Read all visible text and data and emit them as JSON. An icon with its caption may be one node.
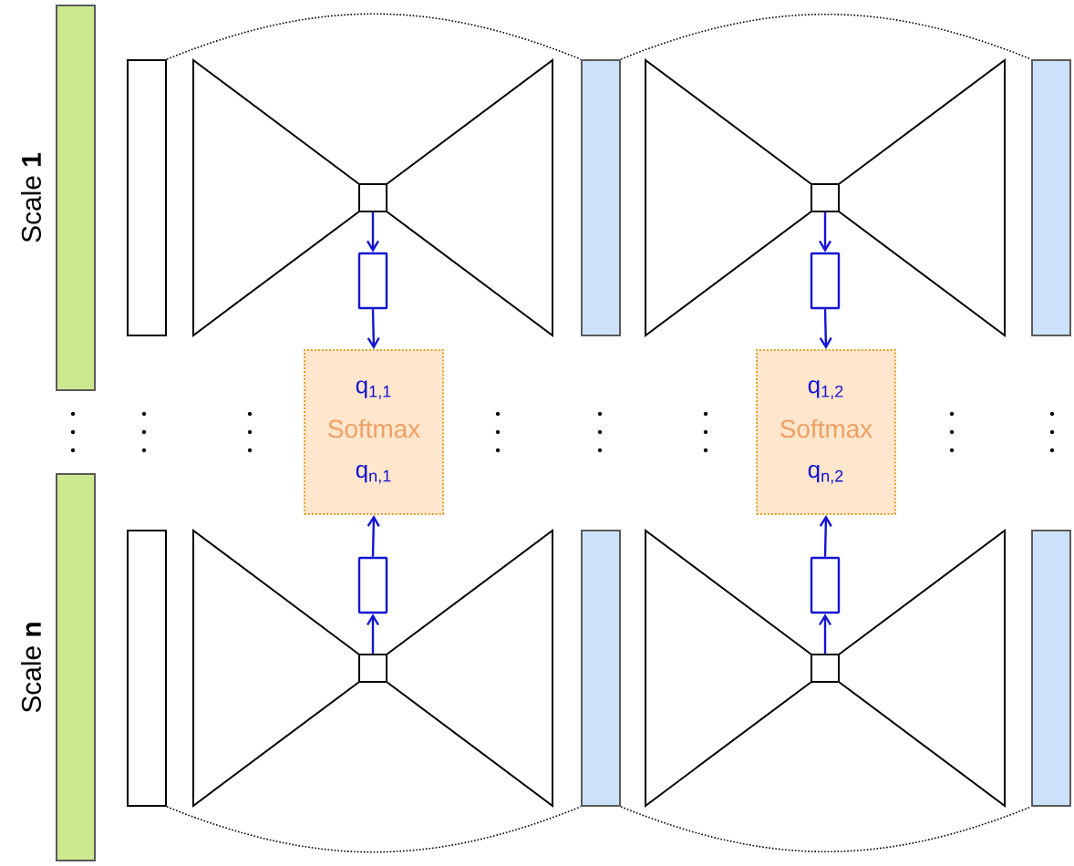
{
  "diagram": {
    "nodes": [
      {
        "text": [],
        "shape": "bar",
        "beside": [
          "Scale **1**"
        ]
      },
      {
        "text": [],
        "shape": "bar"
      },
      {
        "text": [],
        "shape": "box"
      },
      {
        "text": [],
        "shape": "box"
      },
      {
        "text": [
          "q$_{1,1}$",
          "Softmax",
          "q$_{n,1}$"
        ]
      },
      {
        "text": [],
        "shape": "bar"
      },
      {
        "text": [],
        "shape": "box"
      },
      {
        "text": [],
        "shape": "box"
      },
      {
        "text": [
          "q$_{1,2}$",
          "Softmax",
          "q$_{n,2}$"
        ]
      },
      {
        "text": [],
        "shape": "bar"
      },
      {
        "text": [],
        "shape": "bar",
        "beside": [
          "Scale **n**"
        ]
      },
      {
        "text": [],
        "shape": "bar"
      },
      {
        "text": [],
        "shape": "box"
      },
      {
        "text": [],
        "shape": "box"
      },
      {
        "text": [],
        "shape": "bar"
      },
      {
        "text": [],
        "shape": "box"
      },
      {
        "text": [],
        "shape": "box"
      },
      {
        "text": [],
        "shape": "bar"
      }
    ],
    "edges": [
      {
        "from": 2,
        "to": 3,
        "arrow": "to"
      },
      {
        "from": 3,
        "to": 4,
        "arrow": "to"
      },
      {
        "from": 6,
        "to": 7,
        "arrow": "to"
      },
      {
        "from": 7,
        "to": 8,
        "arrow": "to"
      },
      {
        "from": 12,
        "to": 13,
        "arrow": "to"
      },
      {
        "from": 13,
        "to": 4,
        "arrow": "to"
      },
      {
        "from": 15,
        "to": 16,
        "arrow": "to"
      },
      {
        "from": 16,
        "to": 8,
        "arrow": "to"
      },
      {
        "from": 1,
        "to": 5,
        "arrow": "none",
        "style": "dashed",
        "color": "#000000"
      },
      {
        "from": 5,
        "to": 9,
        "arrow": "none",
        "style": "dashed",
        "color": "#000000"
      },
      {
        "from": 11,
        "to": 14,
        "arrow": "none",
        "style": "dashed",
        "color": "#000000"
      },
      {
        "from": 14,
        "to": 17,
        "arrow": "none",
        "style": "dashed",
        "color": "#000000"
      }
    ]
  }
}
